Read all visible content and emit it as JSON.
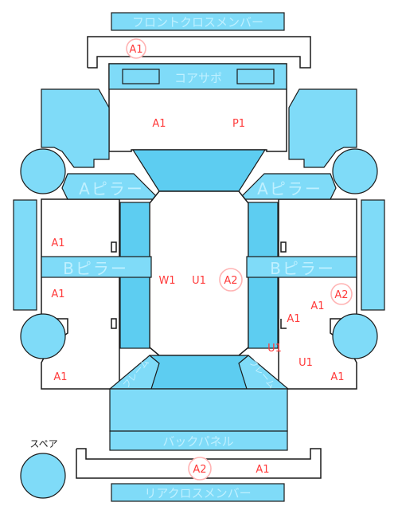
{
  "parts": {
    "front_cross_member": "フロントクロスメンバー",
    "core_support": "コアサポ",
    "a_pillar_left": "Aピラー",
    "a_pillar_right": "Aピラー",
    "b_pillar_left": "Bピラー",
    "b_pillar_right": "Bピラー",
    "back_panel": "バックパネル",
    "rear_cross_member": "リアクロスメンバー",
    "rear_frame_left": "フレーム",
    "rear_frame_right": "フレーム",
    "spare": "スペア"
  },
  "codes": {
    "front_member": "A1",
    "hood_left": "A1",
    "hood_right": "P1",
    "front_door_left": "A1",
    "rear_door_left": "A1",
    "rear_quarter_left": "A1",
    "roof_w": "W1",
    "roof_u": "U1",
    "roof_a2": "A2",
    "rear_door_right_a2": "A2",
    "rear_door_right_1": "A1",
    "rear_door_right_2": "A1",
    "rear_quarter_right_u1a": "U1",
    "rear_quarter_right_u1b": "U1",
    "rear_quarter_right_a1": "A1",
    "rear_member_a2": "A2",
    "rear_member_a1": "A1"
  }
}
